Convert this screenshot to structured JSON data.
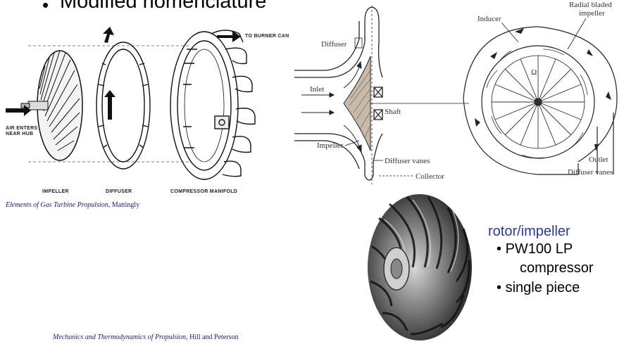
{
  "title": {
    "bullet": "•",
    "text": "Modified nomenclature"
  },
  "left_figure": {
    "labels": {
      "to_burner": "TO BURNER CAN",
      "air_enters_1": "AIR ENTERS",
      "air_enters_2": "NEAR HUB",
      "impeller": "IMPELLER",
      "diffuser": "DIFFUSER",
      "manifold": "COMPRESSOR MANIFOLD"
    },
    "caption_title": "Elements of Gas Turbine Propulsion",
    "caption_author": ", Mattingly"
  },
  "middle_figure": {
    "labels": {
      "diffuser": "Diffuser",
      "inlet": "Inlet",
      "shaft": "Shaft",
      "impeller": "Impeller",
      "diffuser_vanes": "Diffuser vanes",
      "collector": "Collector"
    }
  },
  "right_figure": {
    "labels": {
      "inducer": "Inducer",
      "radial_1": "Radial bladed",
      "radial_2": "impeller",
      "omega": "Ω",
      "outlet": "Outlet",
      "diffuser_vanes": "Diffuser vanes"
    }
  },
  "rotor": {
    "heading": "rotor/impeller",
    "items": [
      {
        "bullet": "•",
        "text": "PW100 LP"
      },
      {
        "text": "compressor"
      },
      {
        "bullet": "•",
        "text": "single piece"
      }
    ]
  },
  "bottom_caption": {
    "title": "Mechanics and Thermodynamics of Propulsion",
    "author": ", Hill and Peterson"
  },
  "colors": {
    "caption": "#1a1a7a",
    "rotor_heading": "#2b3a93"
  }
}
